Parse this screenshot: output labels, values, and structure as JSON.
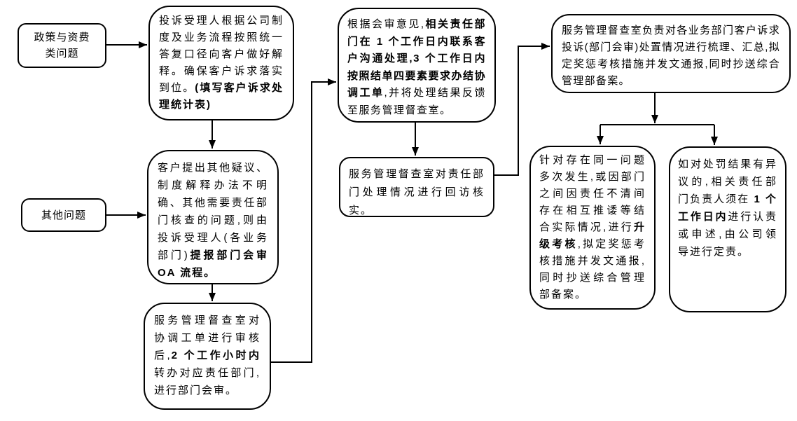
{
  "page": {
    "background": "#ffffff",
    "box_fill": "#ffffff",
    "box_border_color": "#000000",
    "line_color": "#000000",
    "text_color": "#000000"
  },
  "nodes": {
    "b1": {
      "name": "policy-fee-issues",
      "text": "政策与资费\n类问题"
    },
    "b2": {
      "name": "complaint-handler-explain",
      "segments": [
        {
          "text": "投诉受理人根据公司制度及业务流程按照统一答复口径向客户做好解释。确保客户诉求落实到位。",
          "bold": false
        },
        {
          "text": "(填写客户诉求处理统计表)",
          "bold": true
        }
      ]
    },
    "b3": {
      "name": "other-issues",
      "text": "其他问题"
    },
    "b4": {
      "name": "other-issues-need-dept-review",
      "segments": [
        {
          "text": "客户提出其他疑议、制度解释办法不明确、其他需要责任部门核查的问题,则由投诉受理人(各业务部门)",
          "bold": false
        },
        {
          "text": "提报部门会审 OA 流程。",
          "bold": true
        }
      ]
    },
    "b5": {
      "name": "supervision-office-audit-transfer",
      "segments": [
        {
          "text": "服务管理督查室对协调工单进行审核后,",
          "bold": false
        },
        {
          "text": "2 个工作小时内",
          "bold": true
        },
        {
          "text": "转办对应责任部门,进行部门会审。",
          "bold": false
        }
      ]
    },
    "b6": {
      "name": "responsible-dept-handle",
      "segments": [
        {
          "text": "根据会审意见,",
          "bold": false
        },
        {
          "text": "相关责任部门在 1 个工作日内联系客户沟通处理,3 个工作日内按照结单四要素要求办结协调工单",
          "bold": true
        },
        {
          "text": ",并将处理结果反馈至服务管理督查室。",
          "bold": false
        }
      ]
    },
    "b7": {
      "name": "follow-up-verification",
      "text": "服务管理督查室对责任部门处理情况进行回访核实。"
    },
    "b8": {
      "name": "summary-notification-record",
      "text": "服务管理督查室负责对各业务部门客户诉求投诉(部门会审)处置情况进行梳理、汇总,拟定奖惩考核措施并发文通报,同时抄送综合管理部备案。"
    },
    "b9": {
      "name": "escalated-assessment",
      "segments": [
        {
          "text": "针对存在同一问题多次发生,或因部门之间因责任不清间存在相互推诿等结合实际情况,进行",
          "bold": false
        },
        {
          "text": "升级考核",
          "bold": true
        },
        {
          "text": ",拟定奖惩考核措施并发文通报,同时抄送综合管理部备案。",
          "bold": false
        }
      ]
    },
    "b10": {
      "name": "objection-appeal",
      "segments": [
        {
          "text": "如对处罚结果有异议的,相关责任部门负责人须在 ",
          "bold": false
        },
        {
          "text": "1 个工作日内",
          "bold": true
        },
        {
          "text": "进行认责或申述,由公司领导进行定责。",
          "bold": false
        }
      ]
    }
  },
  "edges": [
    {
      "from": "policy-fee-issues",
      "to": "complaint-handler-explain"
    },
    {
      "from": "complaint-handler-explain",
      "to": "other-issues-need-dept-review"
    },
    {
      "from": "other-issues",
      "to": "other-issues-need-dept-review"
    },
    {
      "from": "other-issues-need-dept-review",
      "to": "supervision-office-audit-transfer"
    },
    {
      "from": "supervision-office-audit-transfer",
      "to": "responsible-dept-handle"
    },
    {
      "from": "responsible-dept-handle",
      "to": "follow-up-verification"
    },
    {
      "from": "follow-up-verification",
      "to": "summary-notification-record"
    },
    {
      "from": "summary-notification-record",
      "to": "escalated-assessment"
    },
    {
      "from": "summary-notification-record",
      "to": "objection-appeal"
    }
  ]
}
